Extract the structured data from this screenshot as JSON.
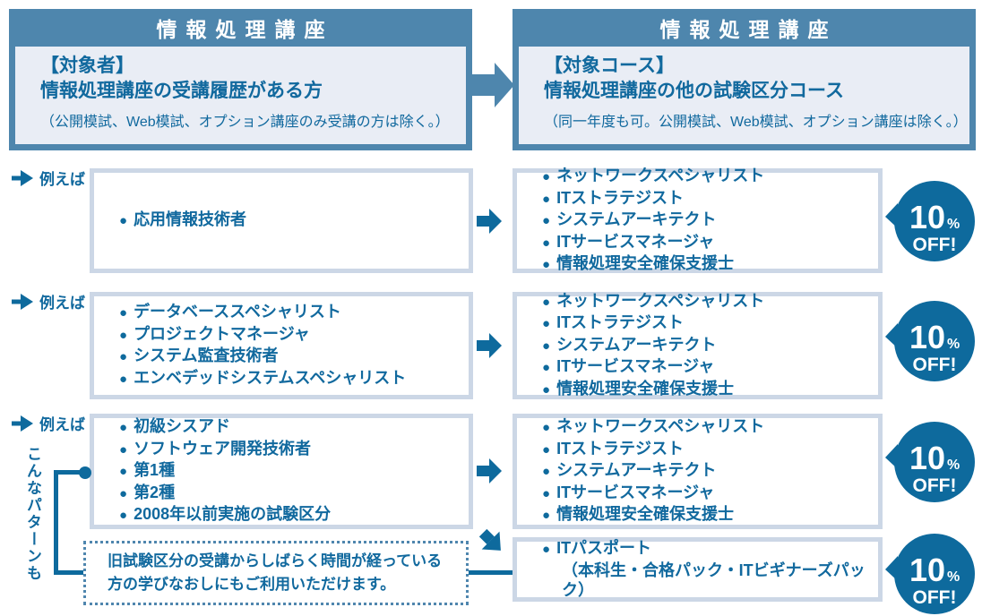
{
  "colors": {
    "steel_blue": "#4e86ad",
    "accent_blue": "#0e6a9d",
    "text_blue": "#11699e",
    "panel_light": "#e9edf5",
    "box_border": "#ccd7e6",
    "dotted_border": "#4f86ae"
  },
  "bullet_glyph": "●",
  "header_left": {
    "title": "情報処理講座",
    "heading1": "【対象者】",
    "heading2": "情報処理講座の受講履歴がある方",
    "note": "（公開模試、Web模試、オプション講座のみ受講の方は除く。）"
  },
  "header_right": {
    "title": "情報処理講座",
    "heading1": "【対象コース】",
    "heading2": "情報処理講座の他の試験区分コース",
    "note": "（同一年度も可。公開模試、Web模試、オプション講座は除く。）"
  },
  "example_label": "例えば",
  "rows": [
    {
      "left_items": [
        "応用情報技術者"
      ],
      "right_items": [
        "ネットワークスペシャリスト",
        "ITストラテジスト",
        "システムアーキテクト",
        "ITサービスマネージャ",
        "情報処理安全確保支援士"
      ]
    },
    {
      "left_items": [
        "データベーススペシャリスト",
        "プロジェクトマネージャ",
        "システム監査技術者",
        "エンベデッドシステムスペシャリスト"
      ],
      "right_items": [
        "ネットワークスペシャリスト",
        "ITストラテジスト",
        "システムアーキテクト",
        "ITサービスマネージャ",
        "情報処理安全確保支援士"
      ]
    },
    {
      "left_items": [
        "初級シスアド",
        "ソフトウェア開発技術者",
        "第1種",
        "第2種",
        "2008年以前実施の試験区分"
      ],
      "right_items": [
        "ネットワークスペシャリスト",
        "ITストラテジスト",
        "システムアーキテクト",
        "ITサービスマネージャ",
        "情報処理安全確保支援士"
      ]
    }
  ],
  "discount_badge": {
    "value": "10",
    "unit": "%",
    "label": "OFF!"
  },
  "side_note": "こんなパターンも",
  "bottom": {
    "note_line1": "旧試験区分の受講からしばらく時間が経っている",
    "note_line2": "方の学びなおしにもご利用いただけます。",
    "right_item": "ITパスポート",
    "right_item_sub": "（本科生・合格パック・ITビギナーズパック）"
  }
}
